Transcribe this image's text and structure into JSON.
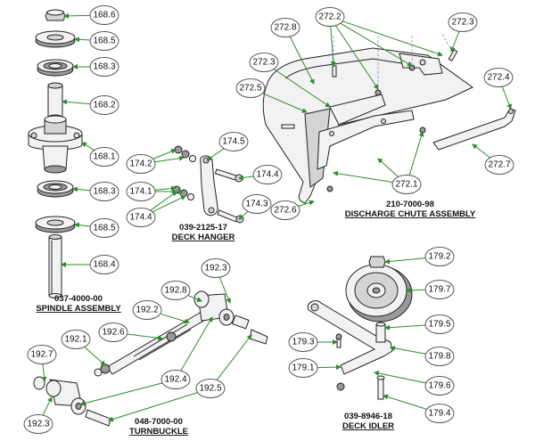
{
  "colors": {
    "leader": "#2e8b2e",
    "arrow": "#2e8b2e",
    "callout_border": "#555555",
    "callout_fill": "#ffffff"
  },
  "callouts": [
    {
      "id": "s1",
      "label": "168.6"
    },
    {
      "id": "s2",
      "label": "168.5"
    },
    {
      "id": "s3",
      "label": "168.3"
    },
    {
      "id": "s4",
      "label": "168.2"
    },
    {
      "id": "s5",
      "label": "168.1"
    },
    {
      "id": "s6",
      "label": "168.3"
    },
    {
      "id": "s7",
      "label": "168.5"
    },
    {
      "id": "s8",
      "label": "168.4"
    },
    {
      "id": "h1",
      "label": "174.5"
    },
    {
      "id": "h2",
      "label": "174.2"
    },
    {
      "id": "h3",
      "label": "174.4"
    },
    {
      "id": "h4",
      "label": "174.1"
    },
    {
      "id": "h5",
      "label": "174.3"
    },
    {
      "id": "h6",
      "label": "174.4"
    },
    {
      "id": "c1",
      "label": "272.8"
    },
    {
      "id": "c2",
      "label": "272.2"
    },
    {
      "id": "c3",
      "label": "272.3"
    },
    {
      "id": "c4",
      "label": "272.3"
    },
    {
      "id": "c5",
      "label": "272.5"
    },
    {
      "id": "c6",
      "label": "272.4"
    },
    {
      "id": "c7",
      "label": "272.7"
    },
    {
      "id": "c8",
      "label": "272.6"
    },
    {
      "id": "c9",
      "label": "272.1"
    },
    {
      "id": "t1",
      "label": "192.3"
    },
    {
      "id": "t2",
      "label": "192.8"
    },
    {
      "id": "t3",
      "label": "192.2"
    },
    {
      "id": "t4",
      "label": "192.6"
    },
    {
      "id": "t5",
      "label": "192.1"
    },
    {
      "id": "t6",
      "label": "192.7"
    },
    {
      "id": "t7",
      "label": "192.4"
    },
    {
      "id": "t8",
      "label": "192.5"
    },
    {
      "id": "t9",
      "label": "192.3"
    },
    {
      "id": "i1",
      "label": "179.2"
    },
    {
      "id": "i2",
      "label": "179.7"
    },
    {
      "id": "i3",
      "label": "179.5"
    },
    {
      "id": "i4",
      "label": "179.3"
    },
    {
      "id": "i5",
      "label": "179.8"
    },
    {
      "id": "i6",
      "label": "179.1"
    },
    {
      "id": "i7",
      "label": "179.6"
    },
    {
      "id": "i8",
      "label": "179.4"
    }
  ],
  "assemblies": [
    {
      "id": "spindle",
      "number": "037-4000-00",
      "title": "SPINDLE ASSEMBLY"
    },
    {
      "id": "hanger",
      "number": "039-2125-17",
      "title": "DECK HANGER"
    },
    {
      "id": "chute",
      "number": "210-7000-98",
      "title": "DISCHARGE CHUTE ASSEMBLY"
    },
    {
      "id": "turnbuckle",
      "number": "048-7000-00",
      "title": "TURNBUCKLE"
    },
    {
      "id": "idler",
      "number": "039-8946-18",
      "title": "DECK IDLER"
    }
  ]
}
